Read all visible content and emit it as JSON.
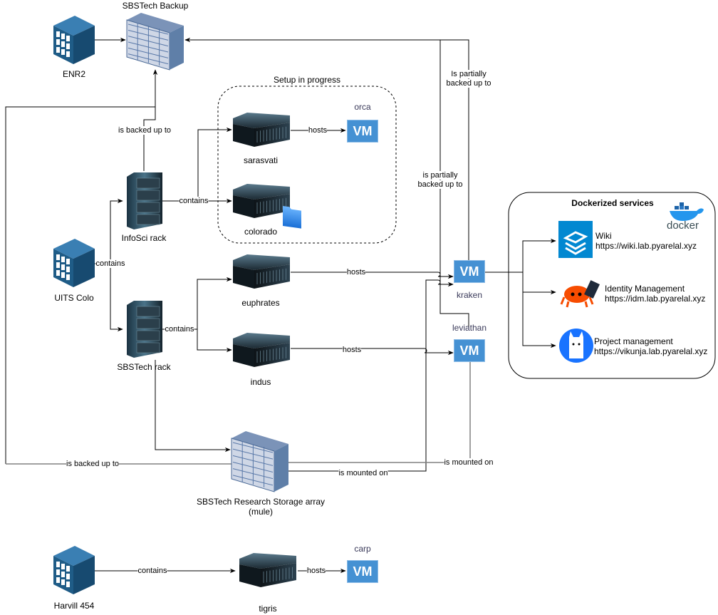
{
  "nodes": {
    "enr2": {
      "label": "ENR2",
      "type": "building"
    },
    "sbstech_backup": {
      "label": "SBSTech Backup",
      "type": "storage-array"
    },
    "uits_colo": {
      "label": "UITS Colo",
      "type": "building"
    },
    "infosci_rack": {
      "label": "InfoSci rack",
      "type": "rack"
    },
    "sbstech_rack": {
      "label": "SBSTech rack",
      "type": "rack"
    },
    "sarasvati": {
      "label": "sarasvati",
      "type": "server"
    },
    "colorado": {
      "label": "colorado",
      "type": "server"
    },
    "euphrates": {
      "label": "euphrates",
      "type": "server"
    },
    "indus": {
      "label": "indus",
      "type": "server"
    },
    "storage_array": {
      "label_line1": "SBSTech Research Storage array",
      "label_line2": "(mule)",
      "type": "storage-array"
    },
    "harvill": {
      "label": "Harvill 454",
      "type": "building"
    },
    "tigris": {
      "label": "tigris",
      "type": "server"
    },
    "orca": {
      "label": "orca",
      "badge": "VM"
    },
    "kraken": {
      "label": "kraken",
      "badge": "VM"
    },
    "leviathan": {
      "label": "leviathan",
      "badge": "VM"
    },
    "carp": {
      "label": "carp",
      "badge": "VM"
    }
  },
  "groups": {
    "setup": {
      "title": "Setup in progress"
    },
    "docker": {
      "title": "Dockerized services",
      "logo_text": "docker"
    }
  },
  "services": [
    {
      "name": "Wiki",
      "url": "https://wiki.lab.pyarelal.xyz",
      "icon": "bookstack-icon"
    },
    {
      "name": "Identity Management",
      "url": "https://idm.lab.pyarelal.xyz",
      "icon": "ferris-crab-icon"
    },
    {
      "name": "Project management",
      "url": "https://vikunja.lab.pyarelal.xyz",
      "icon": "llama-icon"
    }
  ],
  "edges": {
    "backed_up_infosci": "is backed up to",
    "partially_1": [
      "Is partially",
      "backed up to"
    ],
    "partially_2": [
      "is partially",
      "backed up to"
    ],
    "contains_infosci": "contains",
    "contains_uits": "contains",
    "contains_sbstech": "contains",
    "hosts_orca": "hosts",
    "hosts_euphrates": "hosts",
    "hosts_indus": "hosts",
    "backed_up_storage": "is backed up to",
    "mounted_kraken": "is mounted on",
    "mounted_leviathan": "is mounted on",
    "contains_harvill": "contains",
    "hosts_tigris": "hosts"
  },
  "colors": {
    "vm_blue": "#4591d3",
    "building_blue": "#1f5c87",
    "storage_blue": "#5f7fa8",
    "gray_edge": "#808080"
  }
}
